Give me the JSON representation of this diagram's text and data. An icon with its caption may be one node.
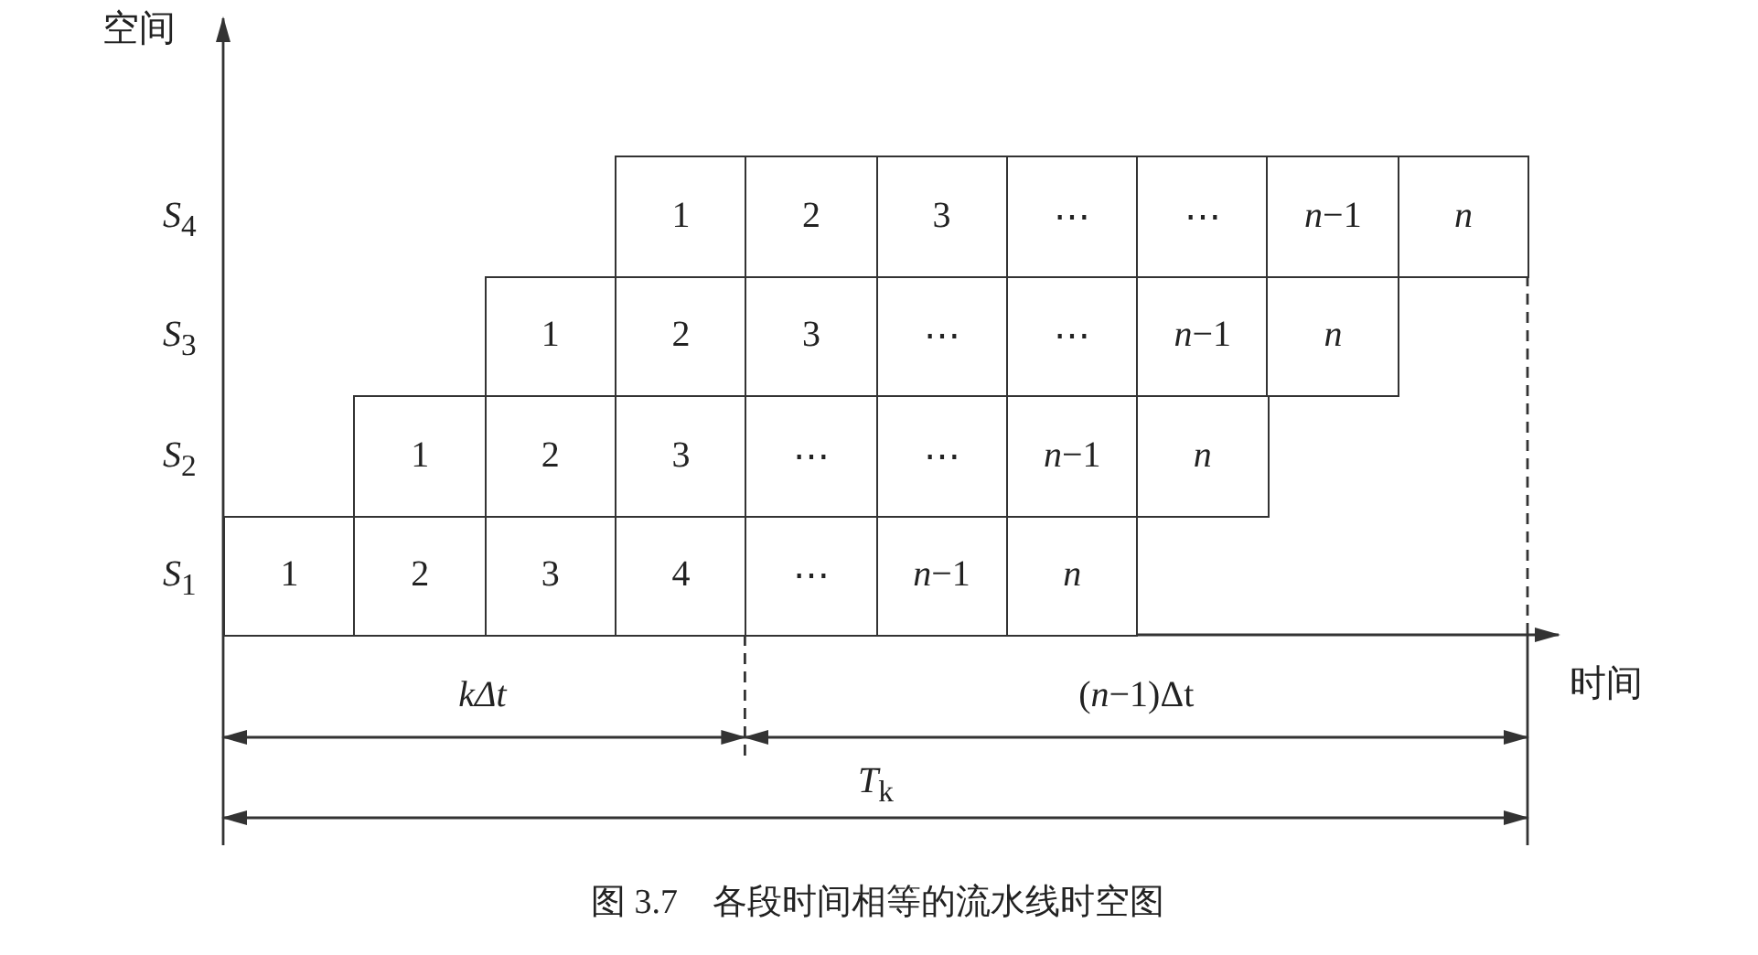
{
  "diagram": {
    "caption": "图 3.7　各段时间相等的流水线时空图",
    "labels": [
      "空间",
      "*S*$_{4}$",
      "1",
      "2",
      "3",
      "⋯",
      "⋯",
      "*n*−1",
      "*n*",
      "*S*$_{3}$",
      "1",
      "2",
      "3",
      "⋯",
      "⋯",
      "*n*−1",
      "*n*",
      "*S*$_{2}$",
      "1",
      "2",
      "3",
      "⋯",
      "⋯",
      "*n*−1",
      "*n*",
      "*S*$_{1}$",
      "1",
      "2",
      "3",
      "4",
      "⋯",
      "*n*−1",
      "*n*",
      "kΔt",
      "(*n*−1)Δt",
      "时间",
      "*T*$_{k}$"
    ]
  }
}
